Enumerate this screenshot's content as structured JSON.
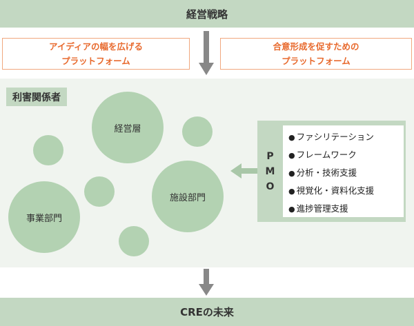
{
  "top_band": {
    "label": "経営戦略"
  },
  "platforms": [
    {
      "line1": "アイディアの幅を広げる",
      "line2": "プラットフォーム"
    },
    {
      "line1": "合意形成を促すための",
      "line2": "プラットフォーム"
    }
  ],
  "stakeholders": {
    "title": "利害関係者",
    "circles": [
      {
        "label": "経営層"
      },
      {
        "label": "施設部門"
      },
      {
        "label": "事業部門"
      }
    ]
  },
  "pmo": {
    "label_chars": [
      "P",
      "M",
      "O"
    ],
    "items": [
      "ファシリテーション",
      "フレームワーク",
      "分析・技術支援",
      "視覚化・資料化支援",
      "進捗管理支援"
    ]
  },
  "bottom_band": {
    "label": "CREの未来"
  },
  "colors": {
    "band": "#c3d8c2",
    "panel": "#f0f4ef",
    "circle": "#b3d2b2",
    "accent_orange": "#e86a2e",
    "arrow": "#888888"
  }
}
